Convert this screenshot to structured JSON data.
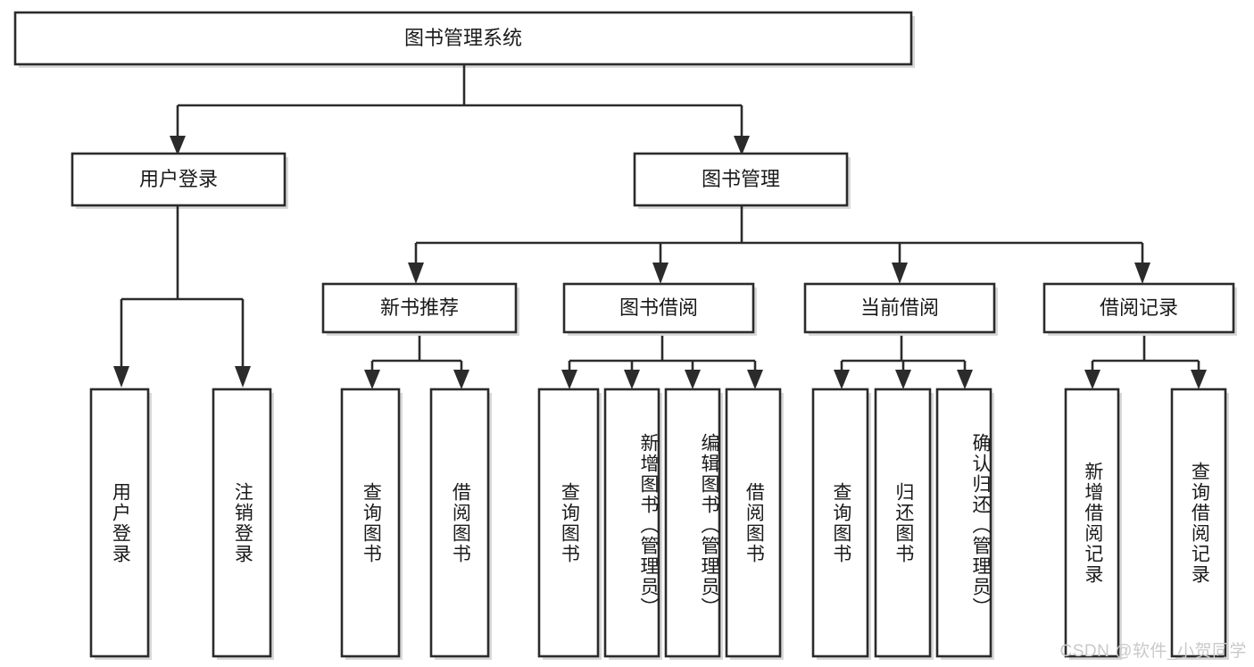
{
  "diagram": {
    "title": "图书管理系统",
    "type": "tree-hierarchy",
    "background_color": "#ffffff",
    "line_color": "#2b2b2b",
    "box_fill": "#ffffff",
    "text_color": "#1a1a1a"
  },
  "root": {
    "label": "图书管理系统"
  },
  "level2": [
    {
      "label": "用户登录"
    },
    {
      "label": "图书管理"
    }
  ],
  "level3": [
    {
      "label": "新书推荐"
    },
    {
      "label": "图书借阅"
    },
    {
      "label": "当前借阅"
    },
    {
      "label": "借阅记录"
    }
  ],
  "leaves": {
    "user_login": [
      {
        "label": "用户登录"
      },
      {
        "label": "注销登录"
      }
    ],
    "new_book_recommend": [
      {
        "label": "查询图书"
      },
      {
        "label": "借阅图书"
      }
    ],
    "book_borrow": [
      {
        "label": "查询图书"
      },
      {
        "label": "新增图书（管理员）"
      },
      {
        "label": "编辑图书（管理员）"
      },
      {
        "label": "借阅图书"
      }
    ],
    "current_borrow": [
      {
        "label": "查询图书"
      },
      {
        "label": "归还图书"
      },
      {
        "label": "确认归还（管理员）"
      }
    ],
    "borrow_record": [
      {
        "label": "新增借阅记录"
      },
      {
        "label": "查询借阅记录"
      }
    ]
  },
  "watermark": {
    "text": "CSDN @软件_小贺同学"
  }
}
